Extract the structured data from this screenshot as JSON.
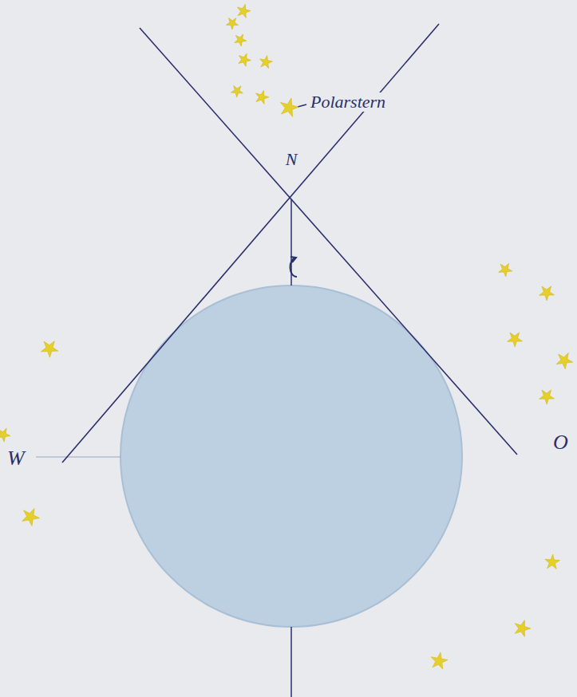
{
  "diagram": {
    "labels": [
      "Polarstern",
      "N",
      "W",
      "O"
    ]
  }
}
